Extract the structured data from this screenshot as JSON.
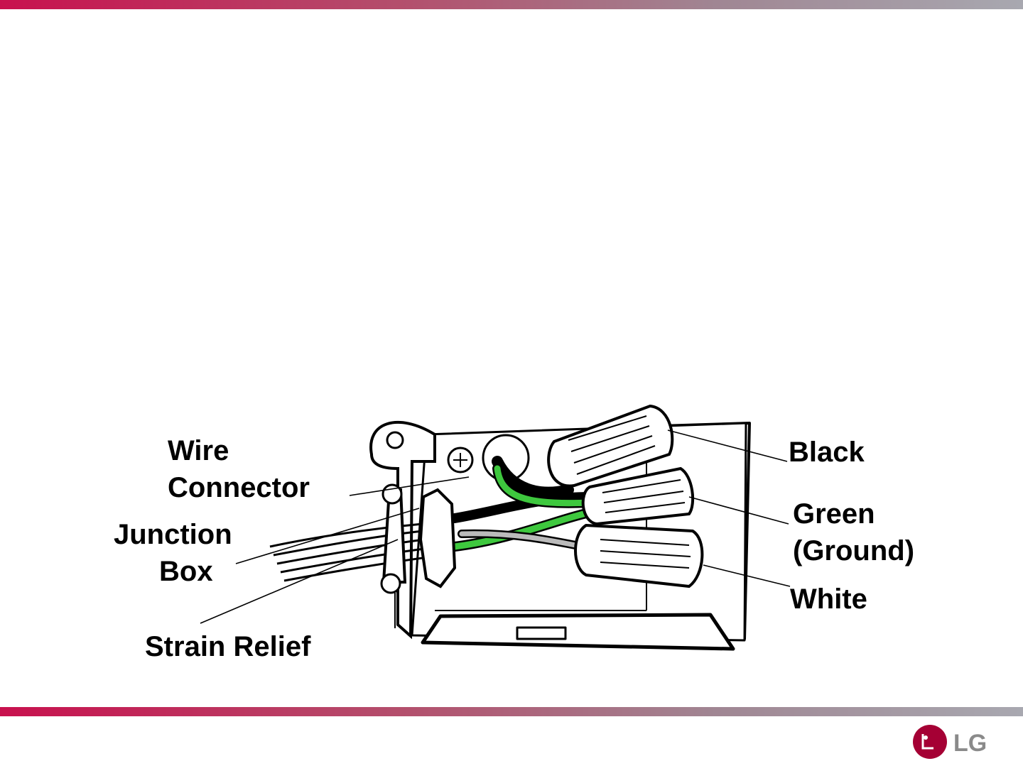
{
  "labels": {
    "wire_connector_line1": "Wire",
    "wire_connector_line2": "Connector",
    "junction_box_line1": "Junction",
    "junction_box_line2": "Box",
    "strain_relief": "Strain Relief",
    "black": "Black",
    "green_line1": "Green",
    "green_line2": "(Ground)",
    "white": "White"
  },
  "logo": {
    "text": "LG",
    "color": "#a50034"
  },
  "colors": {
    "band_start": "#c8114e",
    "band_end": "#a8a8b0",
    "ground_wire": "#3ec83e"
  }
}
